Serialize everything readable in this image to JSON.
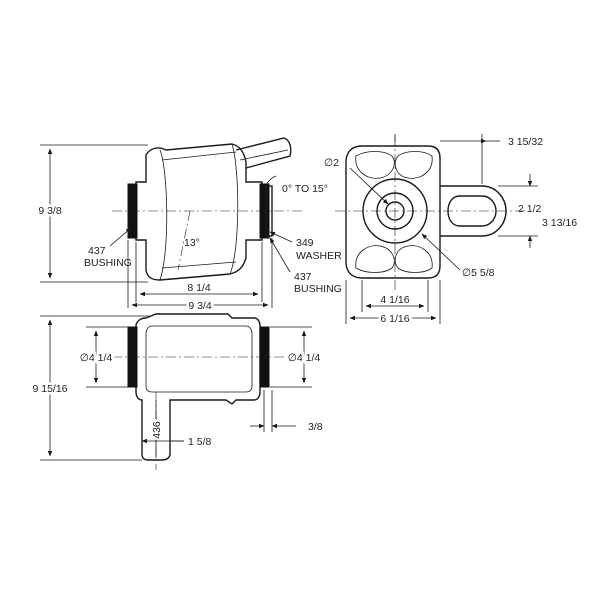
{
  "colors": {
    "line": "#1a1a1a",
    "bushing": "#111111",
    "background": "#ffffff"
  },
  "side_view": {
    "overall_height": "9 3/8",
    "angle_range": "0° TO 15°",
    "taper_angle": "13°",
    "left_bushing": {
      "part": "437",
      "name": "BUSHING"
    },
    "right_washer": {
      "part": "349",
      "name": "WASHER"
    },
    "right_bushing": {
      "part": "437",
      "name": "BUSHING"
    },
    "inner_length": "8 1/4",
    "overall_length": "9 3/4"
  },
  "end_view": {
    "eye_offset": "3 15/32",
    "eye_inner": "2 1/2",
    "eye_outer": "3 13/16",
    "bore_diameter": "∅2",
    "body_diameter": "∅5 5/8",
    "inner_width": "4 1/16",
    "overall_width": "6 1/16"
  },
  "bottom_view": {
    "overall_height": "9 15/16",
    "left_diameter": "∅4 1/4",
    "right_diameter": "∅4 1/4",
    "stem_part": "436",
    "stem_length": "1 5/8",
    "flange_thickness": "3/8"
  }
}
